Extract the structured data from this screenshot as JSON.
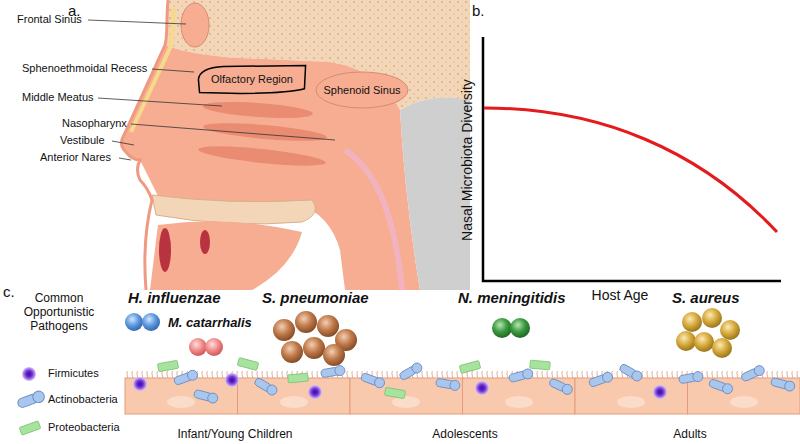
{
  "diagram": {
    "nodes": [
      {
        "text": [
          "Olfactory Region"
        ]
      }
    ],
    "labels": [
      "a.",
      "Frontal Sinus",
      "Sphenoethmoidal Recess",
      "Middle Meatus",
      "Nasopharynx",
      "Vestibule",
      "Anterior Nares",
      "Sphenoid Sinus",
      "b.",
      "Nasal Microbiota Diversity",
      "Host Age",
      "c.",
      "Common Opportunistic Pathogens",
      "H. influenzae",
      "M. catarrhalis",
      "S. pneumoniae",
      "N. meningitidis",
      "S. aureus",
      "Infant/Young Children",
      "Adolescents",
      "Adults"
    ],
    "legend": [
      {
        "text": "Firmicutes"
      },
      {
        "text": "Actinobacteria"
      },
      {
        "text": "Proteobacteria"
      }
    ]
  }
}
